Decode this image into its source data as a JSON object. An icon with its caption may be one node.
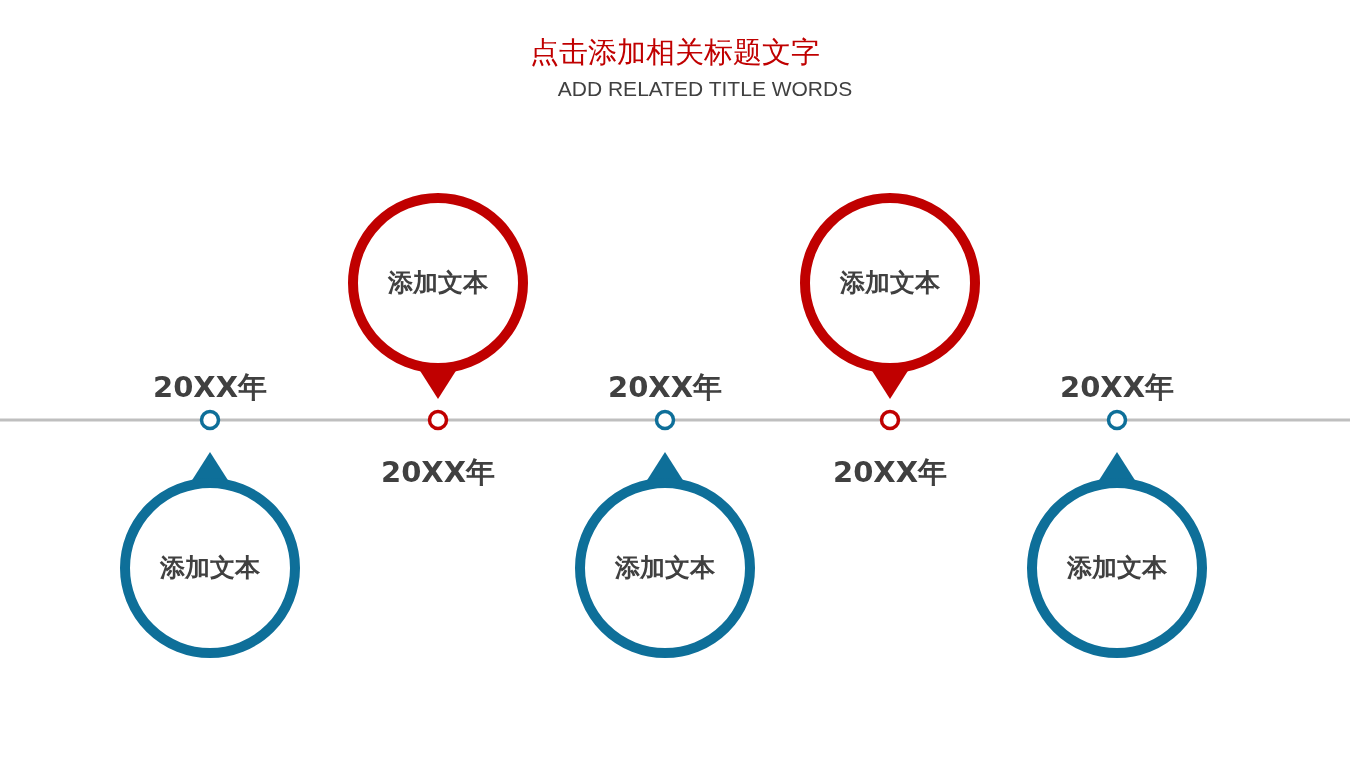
{
  "diagram": {
    "title": "点击添加相关标题文字",
    "nodes": [
      {
        "text": [],
        "shape": "circle",
        "beside": [
          "20XX年"
        ]
      },
      {
        "text": [],
        "shape": "circle",
        "beside": [
          "20XX年"
        ]
      },
      {
        "text": [],
        "shape": "circle",
        "beside": [
          "20XX年"
        ]
      },
      {
        "text": [],
        "shape": "circle",
        "beside": [
          "20XX年"
        ]
      },
      {
        "text": [],
        "shape": "circle",
        "beside": [
          "20XX年"
        ]
      },
      {
        "text": [
          "添加文本"
        ]
      },
      {
        "text": [
          "添加文本"
        ]
      },
      {
        "text": [
          "添加文本"
        ]
      },
      {
        "text": [
          "添加文本"
        ]
      },
      {
        "text": [
          "添加文本"
        ]
      }
    ],
    "labels": [
      "ADD RELATED TITLE WORDS"
    ]
  }
}
